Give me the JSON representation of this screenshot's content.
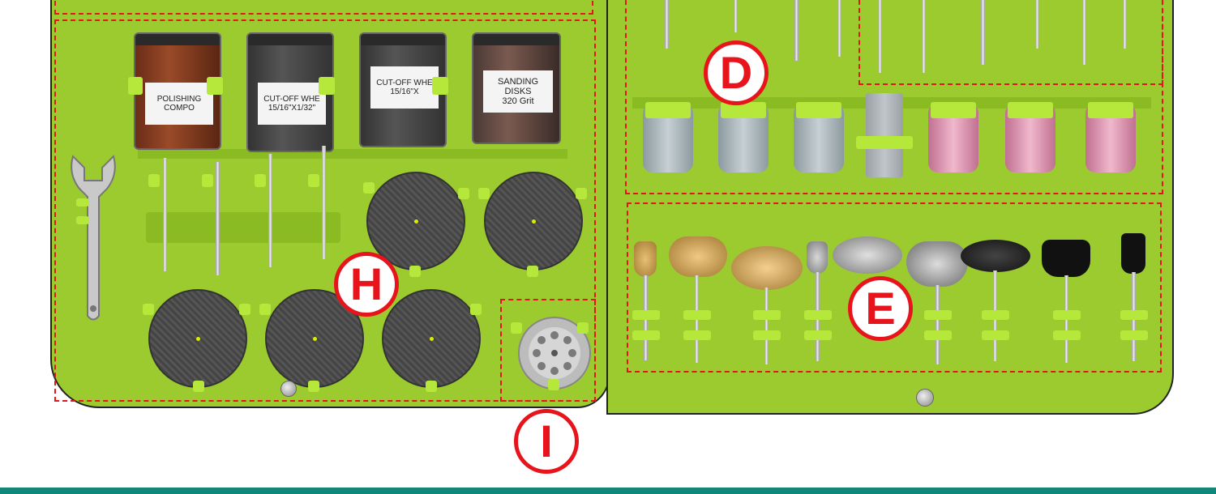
{
  "markers": {
    "d": "D",
    "e": "E",
    "h": "H",
    "i": "I"
  },
  "jars": [
    {
      "line1": "POLISHING COMPO",
      "line2": ""
    },
    {
      "line1": "CUT-OFF WHE",
      "line2": "15/16\"X1/32\""
    },
    {
      "line1": "CUT-OFF WHE",
      "line2": "15/16\"X"
    },
    {
      "line1": "SANDING DISKS",
      "line2": "320 Grit"
    }
  ],
  "colors": {
    "case": "#9bcb2f",
    "outline": "#e8141c",
    "footer": "#11877a"
  }
}
